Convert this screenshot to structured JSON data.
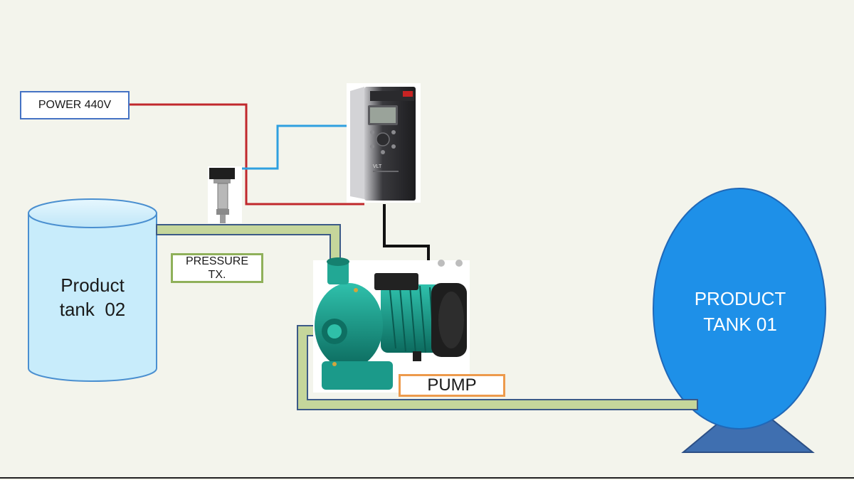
{
  "labels": {
    "power": "POWER 440V",
    "pressure_line1": "PRESSURE",
    "pressure_line2": "TX.",
    "pump": "PUMP",
    "tank2_line1": "Product",
    "tank2_line2": "tank  02",
    "tank1_line1": "PRODUCT",
    "tank1_line2": "TANK 01",
    "vfd_logo": "VLT"
  },
  "colors": {
    "background": "#f3f4ec",
    "power_line": "#c0282c",
    "signal_line": "#2fa0e0",
    "control_line": "#111111",
    "pipe_fill": "#c5d69b",
    "pipe_border": "#3c5a87",
    "tank2_fill": "#c8ecfb",
    "tank1_fill": "#1e90e8",
    "tank1_base": "#3f6fb0",
    "pump_body": "#1b9a8a"
  },
  "icons": [
    "vfd-drive-icon",
    "pressure-transmitter-icon",
    "centrifugal-pump-icon"
  ]
}
